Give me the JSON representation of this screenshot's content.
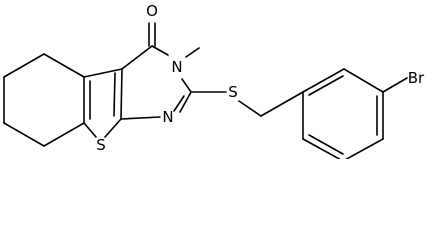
{
  "molecule": {
    "atoms": {
      "oxygen": "O",
      "n_methyl": "N",
      "n_ring": "N",
      "sulfur_thiophene": "S",
      "sulfur_thioether": "S",
      "bromine": "Br"
    },
    "colors": {
      "bond": "#000000",
      "label": "#000000",
      "background": "#ffffff"
    }
  }
}
